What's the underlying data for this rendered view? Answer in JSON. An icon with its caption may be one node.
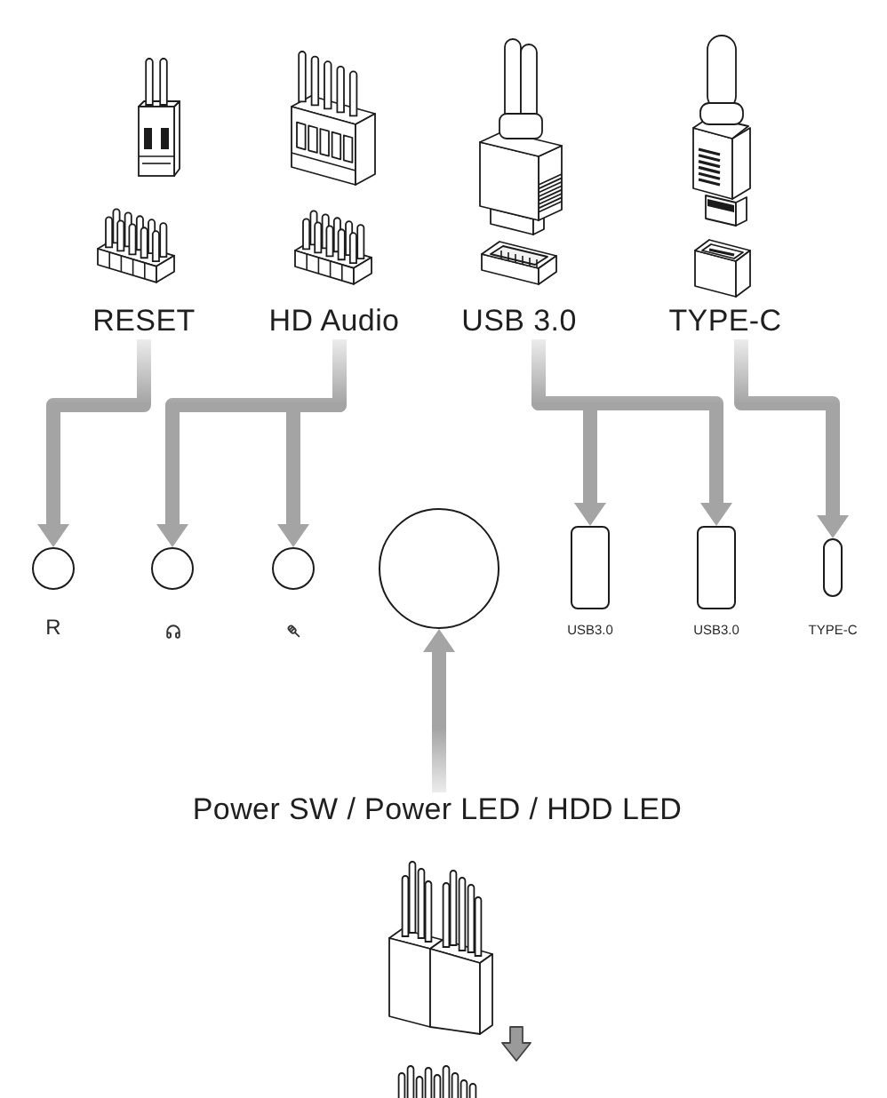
{
  "diagram": {
    "nodes": [
      {
        "text": [
          "RESET"
        ]
      },
      {
        "text": [
          "HD Audio"
        ]
      },
      {
        "text": [
          "USB 3.0"
        ]
      },
      {
        "text": [
          "TYPE-C"
        ]
      },
      {
        "text": [],
        "shape": "circle",
        "beside": [
          "R"
        ]
      },
      {
        "text": [],
        "shape": "circle"
      },
      {
        "text": [],
        "shape": "circle"
      },
      {
        "text": [],
        "shape": "circle"
      },
      {
        "text": [],
        "shape": "box",
        "beside": [
          "USB3.0"
        ]
      },
      {
        "text": [],
        "shape": "box",
        "beside": [
          "USB3.0"
        ]
      },
      {
        "text": [],
        "shape": "box",
        "beside": [
          "TYPE-C"
        ]
      },
      {
        "text": [
          "Power SW / Power LED / HDD LED"
        ]
      }
    ],
    "edges": [
      {
        "from": 0,
        "to": 4,
        "arrow": "to"
      },
      {
        "from": 1,
        "to": 5,
        "arrow": "to"
      },
      {
        "from": 1,
        "to": 6,
        "arrow": "to"
      },
      {
        "from": 2,
        "to": 8,
        "arrow": "to"
      },
      {
        "from": 2,
        "to": 9,
        "arrow": "to"
      },
      {
        "from": 3,
        "to": 10,
        "arrow": "to"
      },
      {
        "from": 11,
        "to": 7,
        "arrow": "to"
      }
    ]
  }
}
